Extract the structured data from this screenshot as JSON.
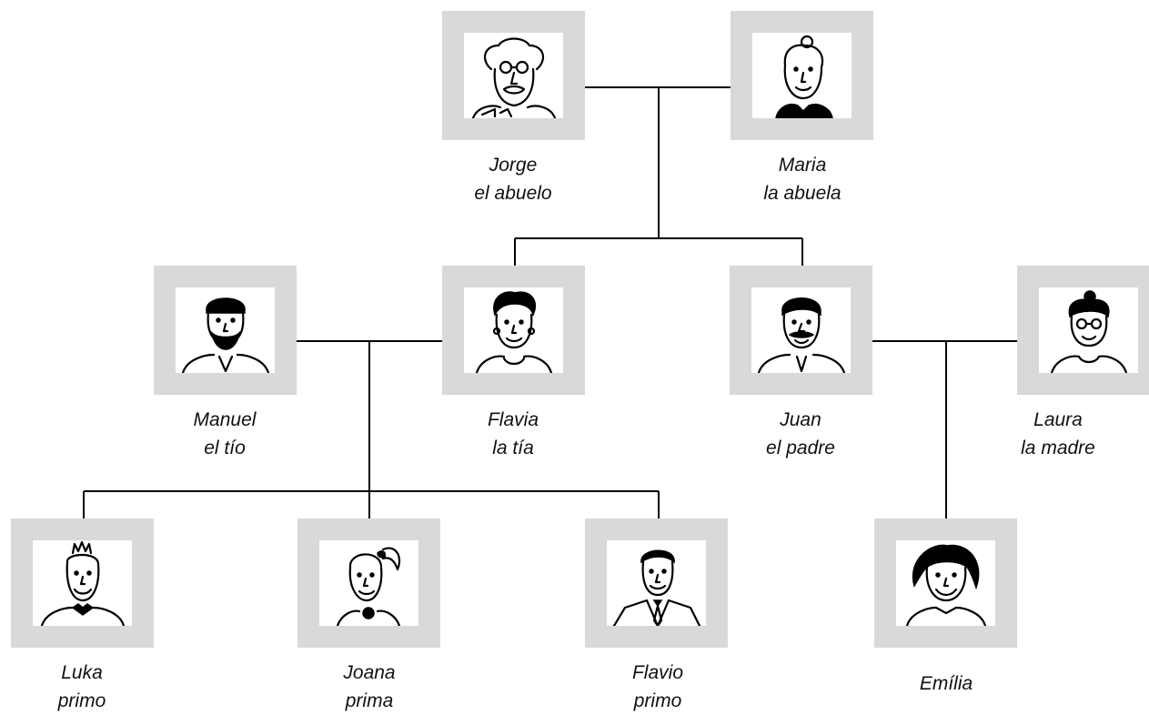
{
  "members": {
    "jorge": {
      "name": "Jorge",
      "role": "el abuelo"
    },
    "maria": {
      "name": "Maria",
      "role": "la abuela"
    },
    "manuel": {
      "name": "Manuel",
      "role": "el tío"
    },
    "flavia": {
      "name": "Flavia",
      "role": "la tía"
    },
    "juan": {
      "name": "Juan",
      "role": "el padre"
    },
    "laura": {
      "name": "Laura",
      "role": "la madre"
    },
    "luka": {
      "name": "Luka",
      "role": "primo"
    },
    "joana": {
      "name": "Joana",
      "role": "prima"
    },
    "flavio": {
      "name": "Flavio",
      "role": "primo"
    },
    "emilia": {
      "name": "Emília",
      "role": ""
    }
  }
}
